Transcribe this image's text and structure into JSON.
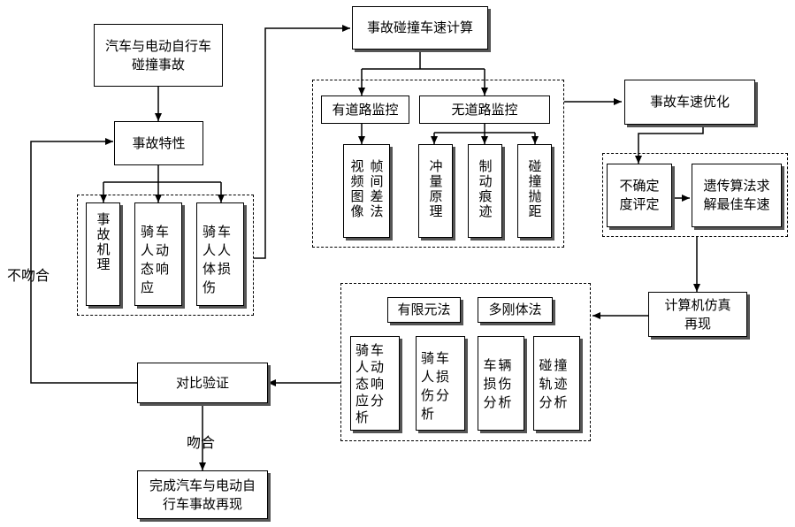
{
  "nodes": {
    "collision": "汽车与电动自行车\n碰撞事故",
    "features": "事故特性",
    "mech": "事故机理",
    "rider_resp": "骑车人动态响应",
    "rider_injury": "骑车人人体损伤",
    "speed_calc": "事故碰撞车速计算",
    "with_mon": "有道路监控",
    "without_mon": "无道路监控",
    "video_col1": "视频图像",
    "video_col2": "帧间差法",
    "impulse": "冲量原理",
    "brake": "制动痕迹",
    "throw": "碰撞抛距",
    "speed_opt": "事故车速优化",
    "uncertainty": "不确定\n度评定",
    "ga": "遗传算法求\n解最佳车速",
    "sim": "计算机仿真\n再现",
    "fem": "有限元法",
    "multibody": "多刚体法",
    "a1": "骑车人动态响应分析",
    "a2": "骑车人损伤分析",
    "a3": "车辆损伤分析",
    "a4": "碰撞轨迹分析",
    "verify": "对比验证",
    "done": "完成汽车与电动自\n行车事故再现"
  },
  "labels": {
    "mismatch": "不吻合",
    "match": "吻合"
  }
}
